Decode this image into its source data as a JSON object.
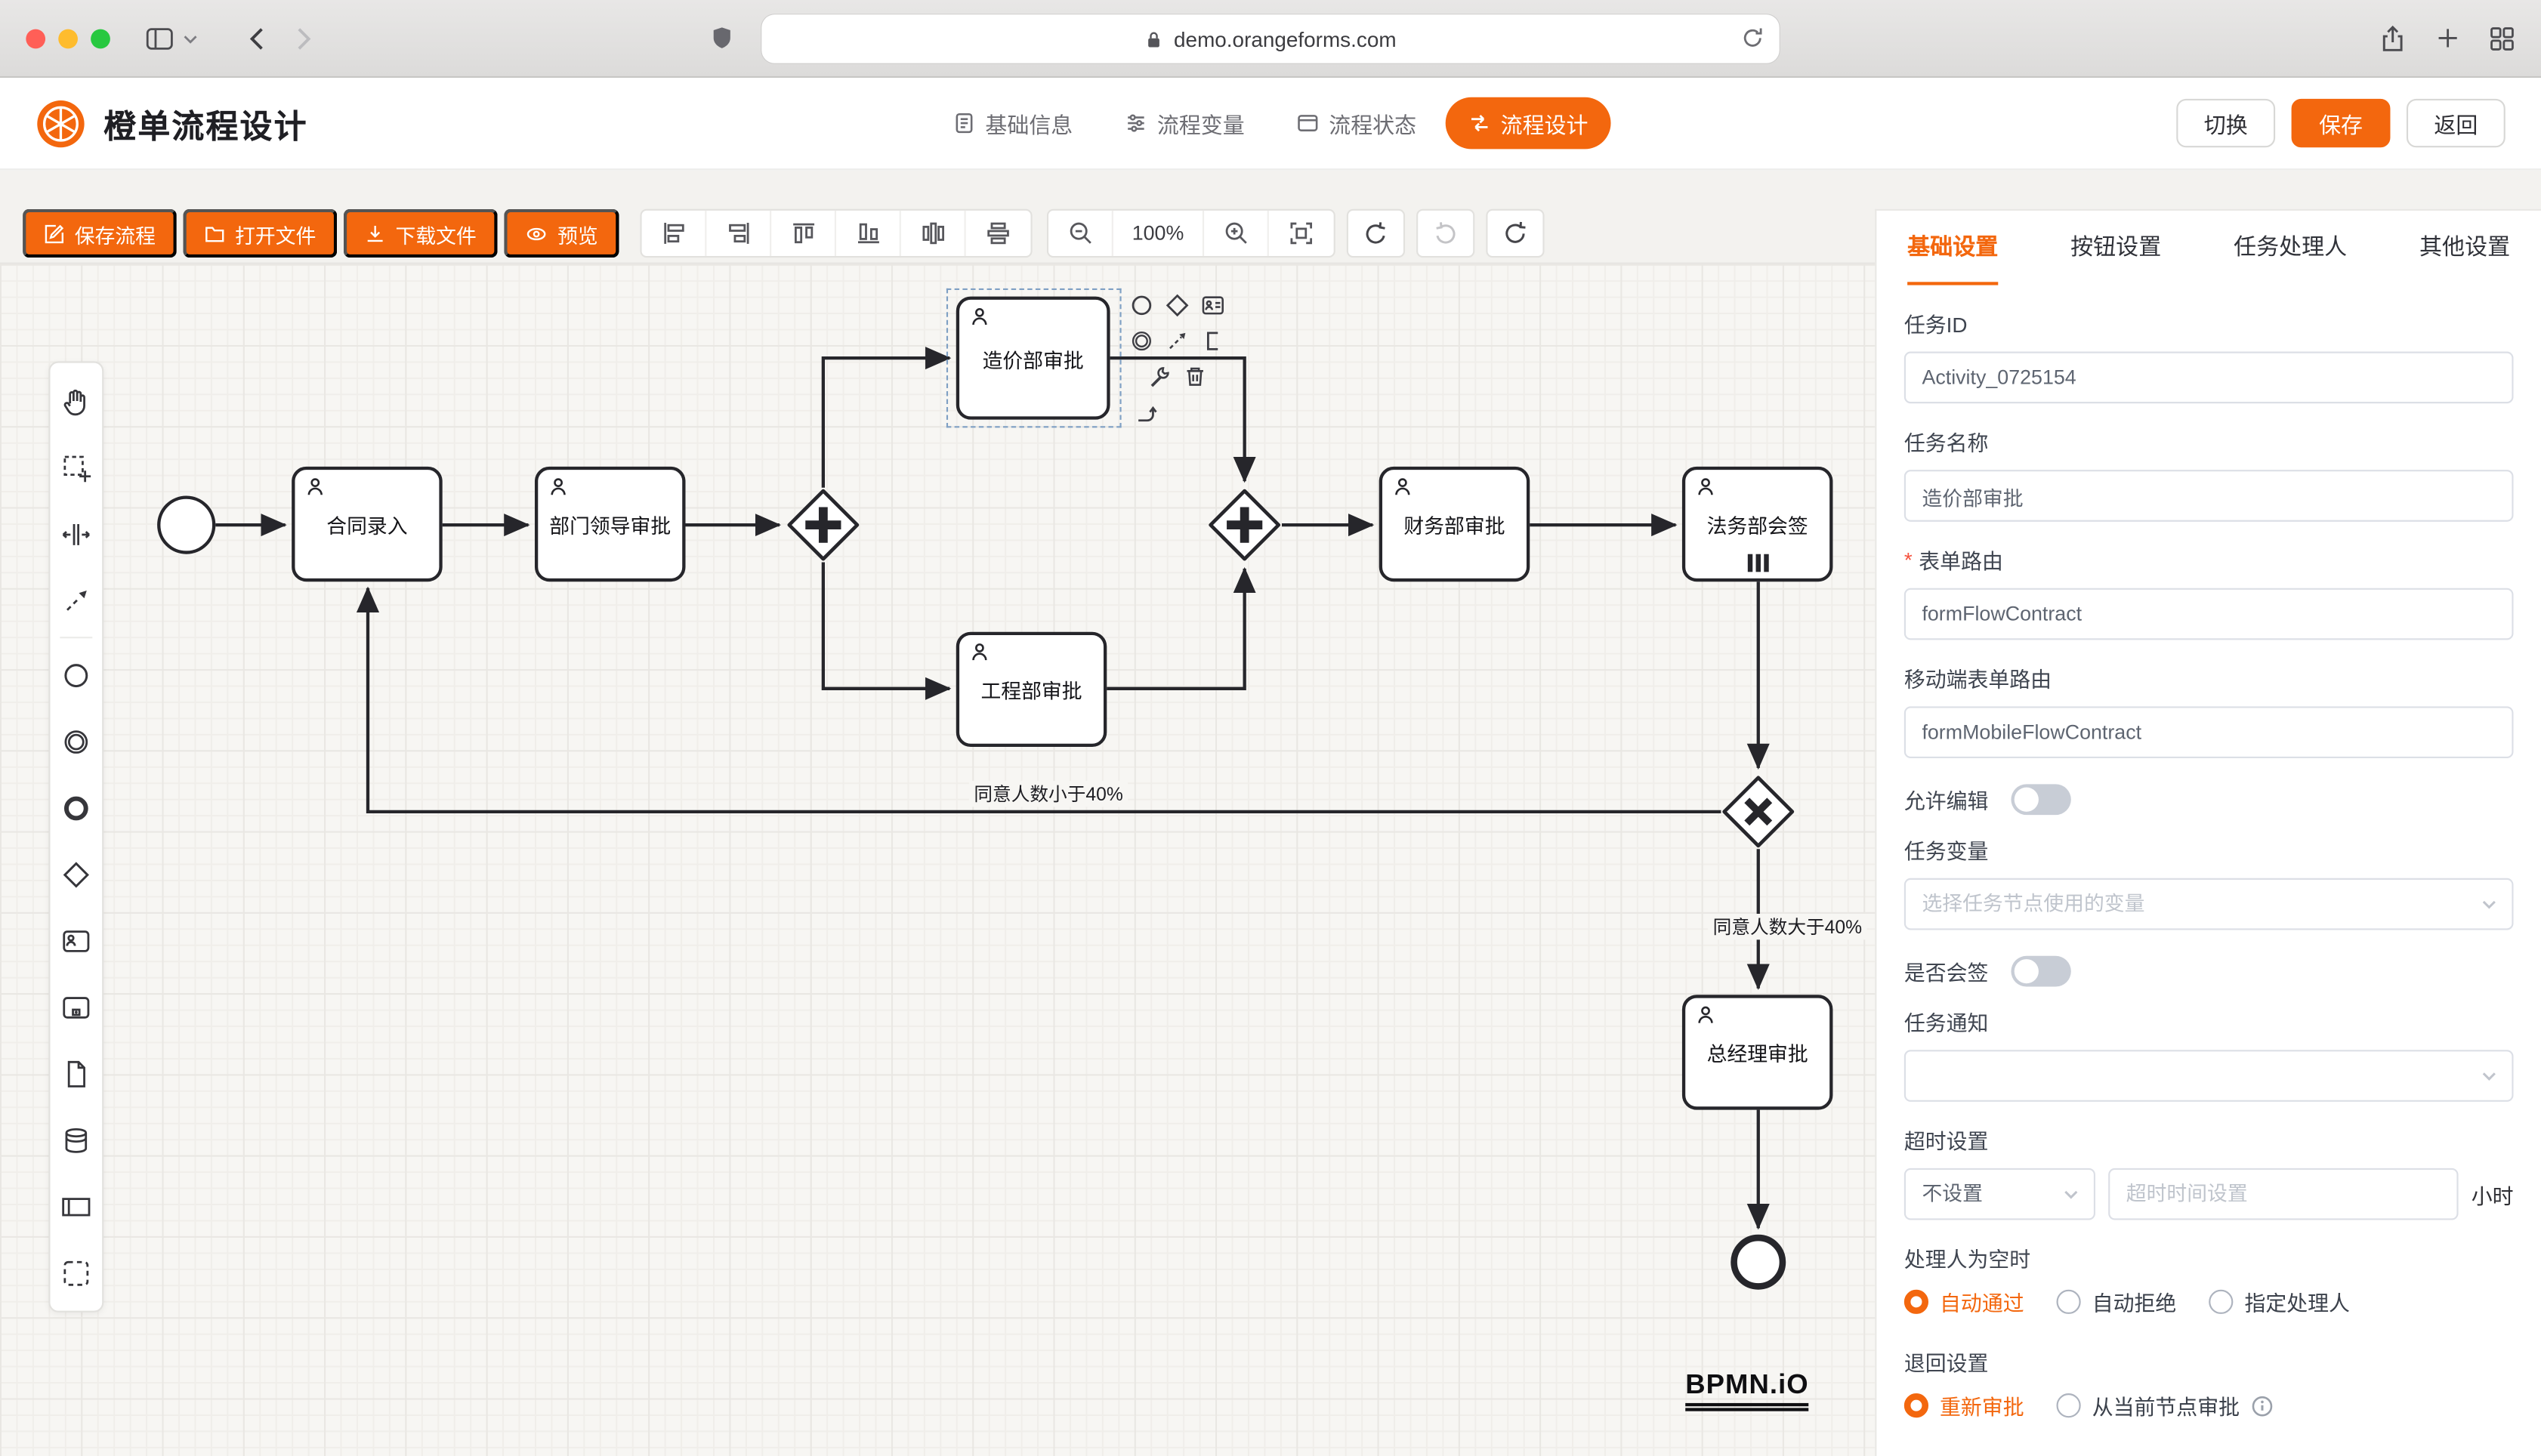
{
  "browser": {
    "url": "demo.orangeforms.com"
  },
  "header": {
    "title": "橙单流程设计",
    "nav": [
      {
        "label": "基础信息",
        "icon": "form-info-icon"
      },
      {
        "label": "流程变量",
        "icon": "variables-icon"
      },
      {
        "label": "流程状态",
        "icon": "status-icon"
      },
      {
        "label": "流程设计",
        "icon": "design-icon",
        "active": true
      }
    ],
    "actions": {
      "switch": "切换",
      "save": "保存",
      "back": "返回"
    }
  },
  "toolbar": {
    "save_flow": "保存流程",
    "open_file": "打开文件",
    "download_file": "下载文件",
    "preview": "预览",
    "zoom_level": "100%",
    "align_icons": [
      "align-left",
      "align-right",
      "align-top",
      "align-bottom",
      "distribute-horizontal",
      "distribute-vertical"
    ],
    "history_icons": [
      "undo",
      "redo",
      "reset"
    ]
  },
  "palette_icons": [
    "hand-tool",
    "lasso-tool",
    "space-tool",
    "global-connect-tool",
    "start-event",
    "intermediate-event",
    "end-event",
    "gateway",
    "user-task",
    "subprocess",
    "file",
    "data-store",
    "participant",
    "group"
  ],
  "diagram": {
    "tasks": {
      "contract_entry": "合同录入",
      "dept_leader_approval": "部门领导审批",
      "cost_dept_approval": "造价部审批",
      "eng_dept_approval": "工程部审批",
      "finance_dept_approval": "财务部审批",
      "legal_dept_countersign": "法务部会签",
      "gm_approval": "总经理审批"
    },
    "edge_labels": {
      "lt40": "同意人数小于40%",
      "gt40": "同意人数大于40%"
    },
    "context_pad_icons": [
      "append-end-event",
      "append-gateway",
      "append-user-task",
      "append-intermediate-event",
      "connect-tool",
      "text-annotation",
      "wrench",
      "trash",
      "replace-arrow"
    ],
    "watermark": "BPMN.iO"
  },
  "panel": {
    "tabs": [
      "基础设置",
      "按钮设置",
      "任务处理人",
      "其他设置"
    ],
    "active_tab": "基础设置",
    "task_id": {
      "label": "任务ID",
      "value": "Activity_0725154"
    },
    "task_name": {
      "label": "任务名称",
      "value": "造价部审批"
    },
    "form_route": {
      "label": "表单路由",
      "required_mark": "*",
      "value": "formFlowContract"
    },
    "mobile_form_route": {
      "label": "移动端表单路由",
      "value": "formMobileFlowContract"
    },
    "allow_edit": {
      "label": "允许编辑",
      "on": false
    },
    "task_variable": {
      "label": "任务变量",
      "placeholder": "选择任务节点使用的变量"
    },
    "countersign": {
      "label": "是否会签",
      "on": false
    },
    "task_notify": {
      "label": "任务通知",
      "value": ""
    },
    "timeout": {
      "label": "超时设置",
      "mode": "不设置",
      "placeholder": "超时时间设置",
      "unit": "小时"
    },
    "handler_empty": {
      "label": "处理人为空时",
      "options": [
        "自动通过",
        "自动拒绝",
        "指定处理人"
      ],
      "selected": "自动通过"
    },
    "return_setting": {
      "label": "退回设置",
      "options": [
        "重新审批",
        "从当前节点审批"
      ],
      "selected": "重新审批"
    }
  },
  "colors": {
    "accent": "#f3670e",
    "node_stroke": "#26262b",
    "toggle_off": "#c8cdd6"
  }
}
